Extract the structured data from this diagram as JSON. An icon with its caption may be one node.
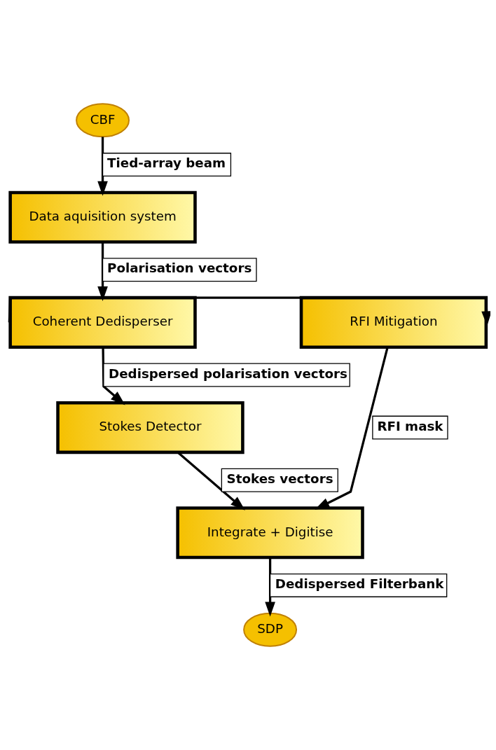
{
  "diagram": {
    "nodes": [
      {
        "text": [
          "CBF"
        ]
      },
      {
        "text": [
          "Data aquisition system"
        ]
      },
      {
        "text": [
          "Coherent Dedisperser"
        ]
      },
      {
        "text": [
          "RFI Mitigation"
        ]
      },
      {
        "text": [
          "Stokes Detector"
        ]
      },
      {
        "text": [
          "Integrate + Digitise"
        ]
      },
      {
        "text": [
          "SDP"
        ]
      }
    ],
    "edges": [
      {
        "from": 0,
        "to": 1,
        "arrow": "to",
        "label": "Tied-array beam"
      },
      {
        "from": 1,
        "to": 2,
        "arrow": "to",
        "label": "Polarisation vectors"
      },
      {
        "from": 2,
        "to": 3,
        "arrow": "to"
      },
      {
        "from": 2,
        "to": 4,
        "arrow": "to",
        "label": "Dedispersed polarisation vectors"
      },
      {
        "from": 4,
        "to": 5,
        "arrow": "to",
        "label": "Stokes vectors"
      },
      {
        "from": 3,
        "to": 5,
        "arrow": "to",
        "label": "RFI mask"
      },
      {
        "from": 5,
        "to": 6,
        "arrow": "to",
        "label": "Dedispersed Filterbank"
      }
    ]
  }
}
